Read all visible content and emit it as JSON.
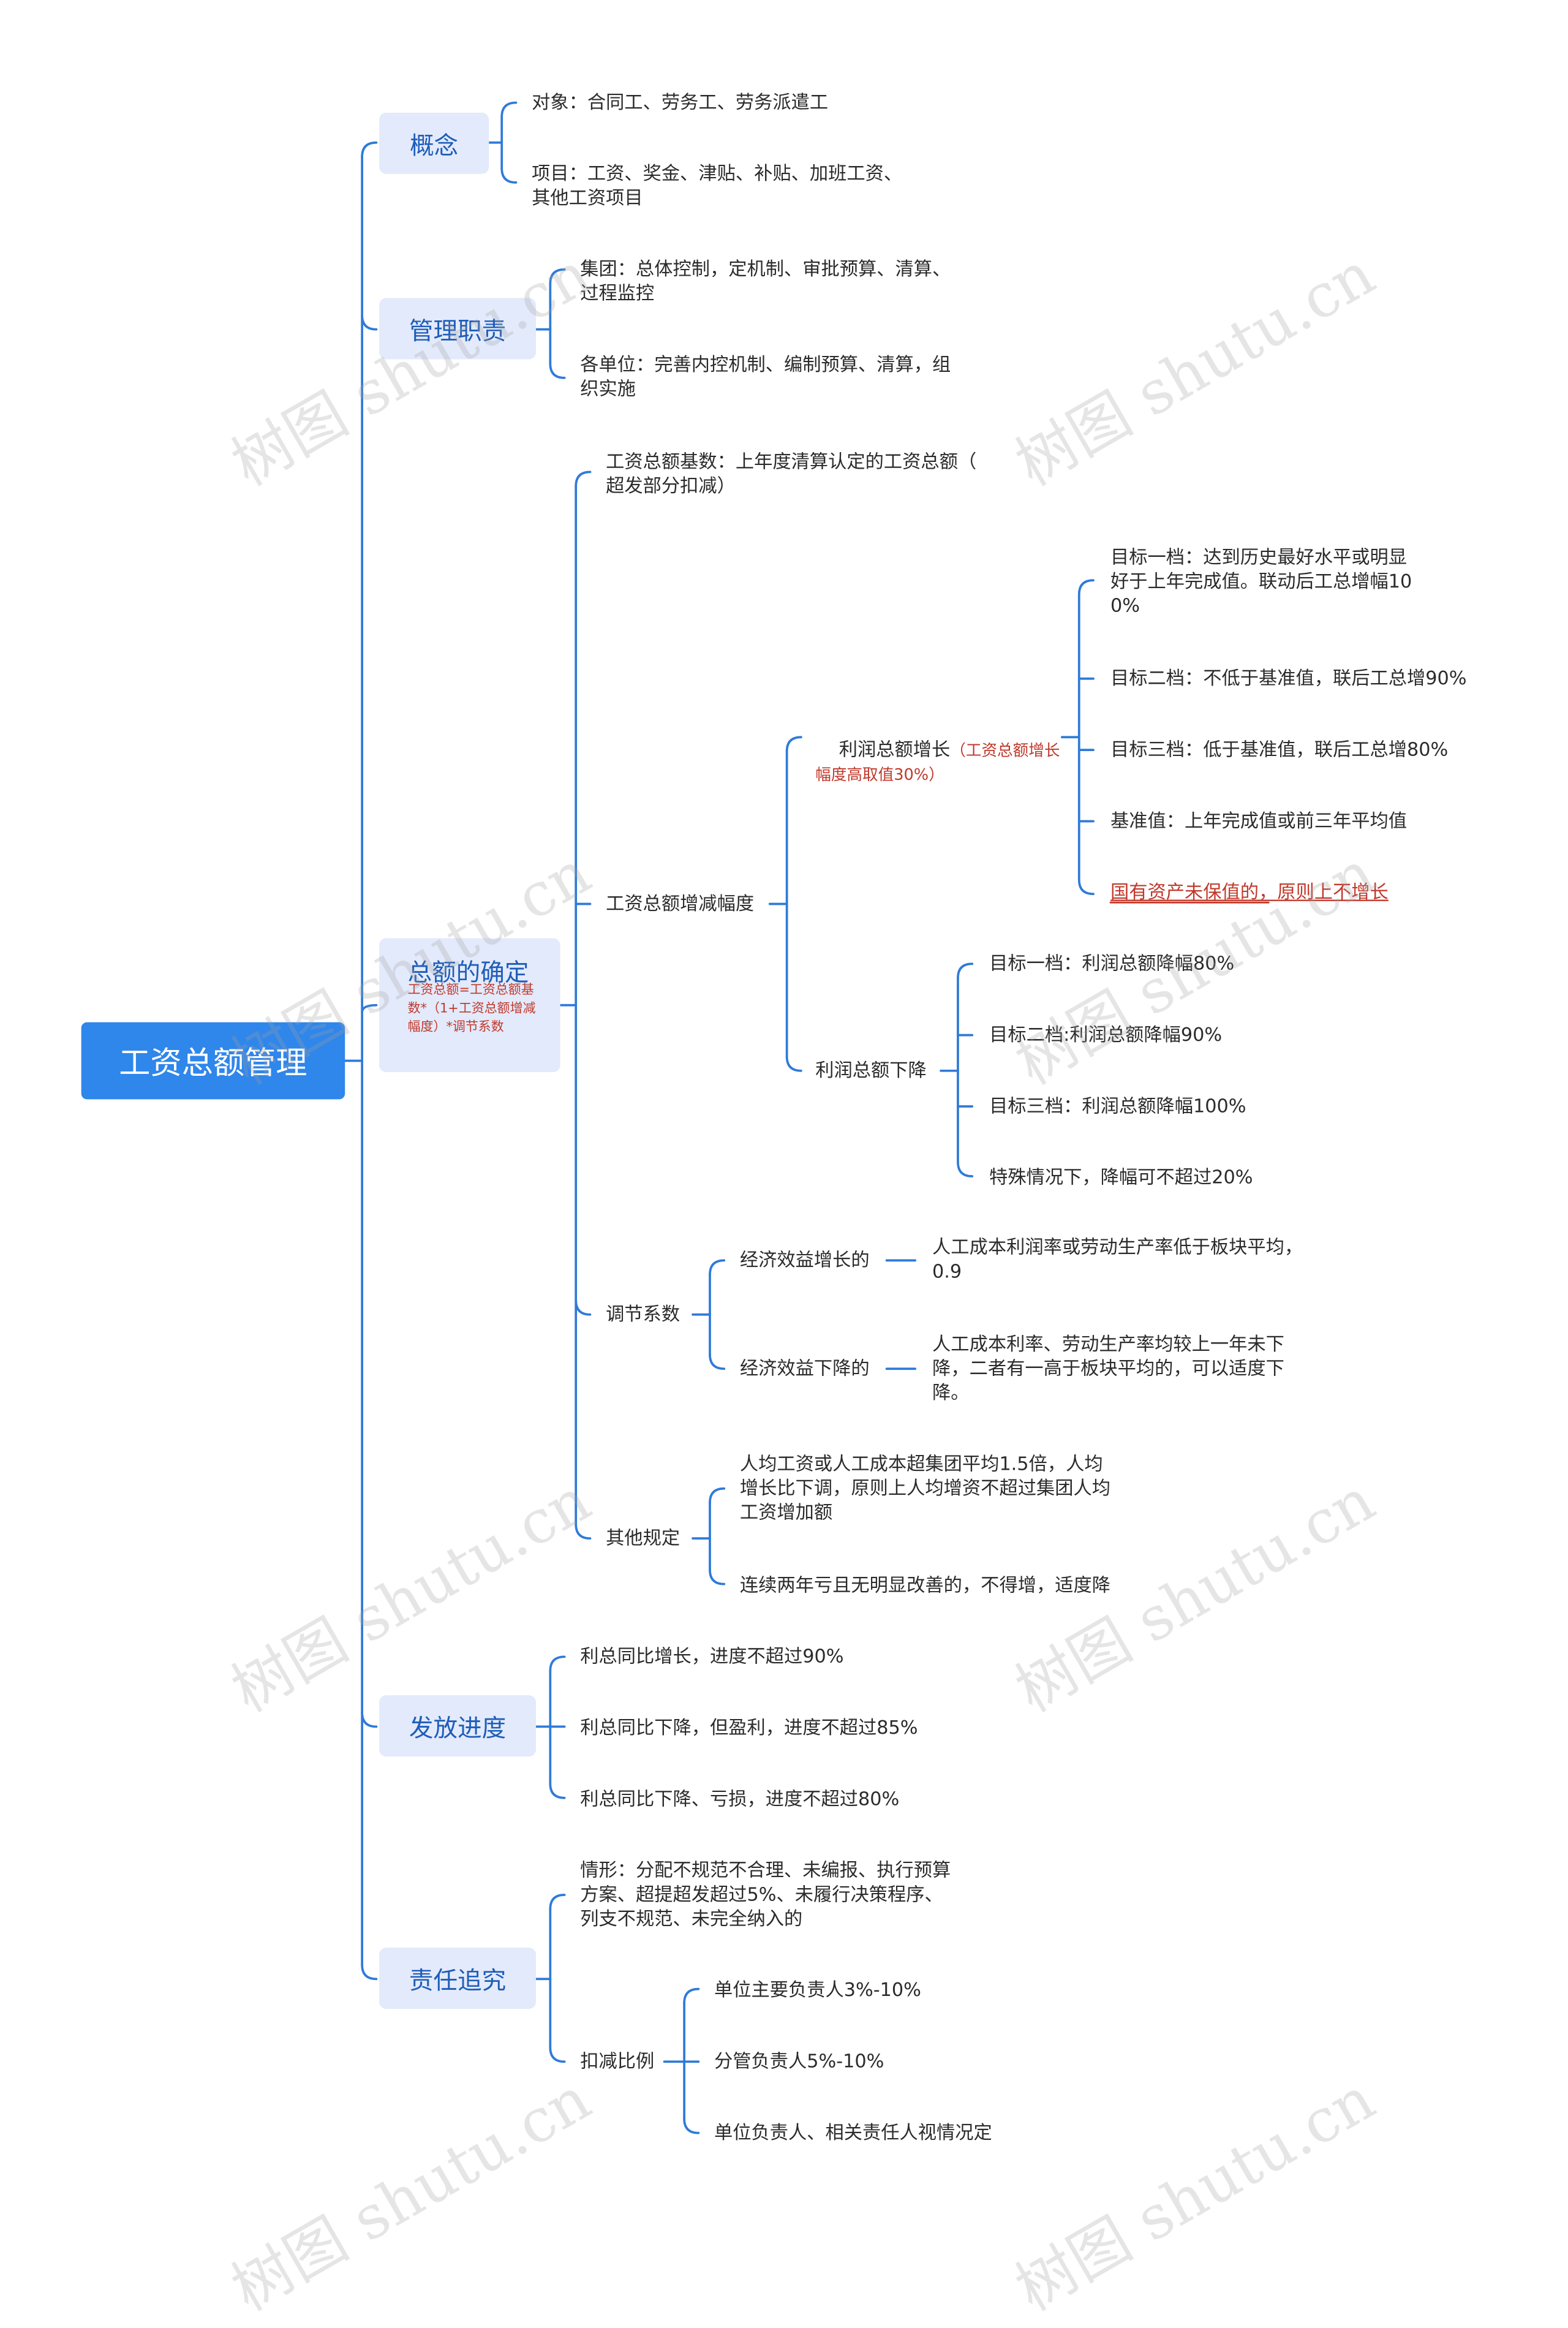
{
  "root": {
    "label": "工资总额管理"
  },
  "concept": {
    "label": "概念",
    "object": "对象：合同工、劳务工、劳务派遣工",
    "items": "项目：工资、奖金、津贴、补贴、加班工资、\n其他工资项目"
  },
  "duty": {
    "label": "管理职责",
    "group": "集团：总体控制，定机制、审批预算、清算、\n过程监控",
    "units": "各单位：完善内控机制、编制预算、清算，组\n织实施"
  },
  "total": {
    "label": "总额的确定",
    "note": "工资总额=工资总额基数*（1+工资总额增减幅度）*调节系数",
    "base": "工资总额基数：上年度清算认定的工资总额（\n超发部分扣减）",
    "change": {
      "label": "工资总额增减幅度",
      "profit_up": {
        "label": "利润总额增长",
        "note": "（工资总额增长\n幅度高取值30%）",
        "t1": "目标一档：达到历史最好水平或明显\n好于上年完成值。联动后工总增幅10\n0%",
        "t2": "目标二档：不低于基准值，联后工总增90%",
        "t3": "目标三档：低于基准值，联后工总增80%",
        "base": "基准值：上年完成值或前三年平均值",
        "state": "国有资产未保值的，原则上不增长"
      },
      "profit_down": {
        "label": "利润总额下降",
        "t1": "目标一档：利润总额降幅80%",
        "t2": "目标二档:利润总额降幅90%",
        "t3": "目标三档：利润总额降幅100%",
        "special": "特殊情况下，降幅可不超过20%"
      }
    },
    "adjust": {
      "label": "调节系数",
      "up": {
        "label": "经济效益增长的",
        "text": "人工成本利润率或劳动生产率低于板块平均，\n0.9"
      },
      "down": {
        "label": "经济效益下降的",
        "text": "人工成本利率、劳动生产率均较上一年未下\n降，二者有一高于板块平均的，可以适度下\n降。"
      }
    },
    "other": {
      "label": "其他规定",
      "a": "人均工资或人工成本超集团平均1.5倍，人均\n增长比下调，原则上人均增资不超过集团人均\n工资增加额",
      "b": "连续两年亏且无明显改善的，不得增，适度降"
    }
  },
  "progress": {
    "label": "发放进度",
    "a": "利总同比增长，进度不超过90%",
    "b": "利总同比下降，但盈利，进度不超过85%",
    "c": "利总同比下降、亏损，进度不超过80%"
  },
  "account": {
    "label": "责任追究",
    "case": "情形：分配不规范不合理、未编报、执行预算\n方案、超提超发超过5%、未履行决策程序、\n列支不规范、未完全纳入的",
    "deduct": {
      "label": "扣减比例",
      "a": "单位主要负责人3%-10%",
      "b": "分管负责人5%-10%",
      "c": "单位负责人、相关责任人视情况定"
    }
  },
  "watermark": "树图 shutu.cn",
  "colors": {
    "line": "#2f7ad9",
    "root": "#2f86eb",
    "main_bg": "#e3eafb",
    "main_text": "#1f5db8",
    "note": "#c0392b"
  }
}
